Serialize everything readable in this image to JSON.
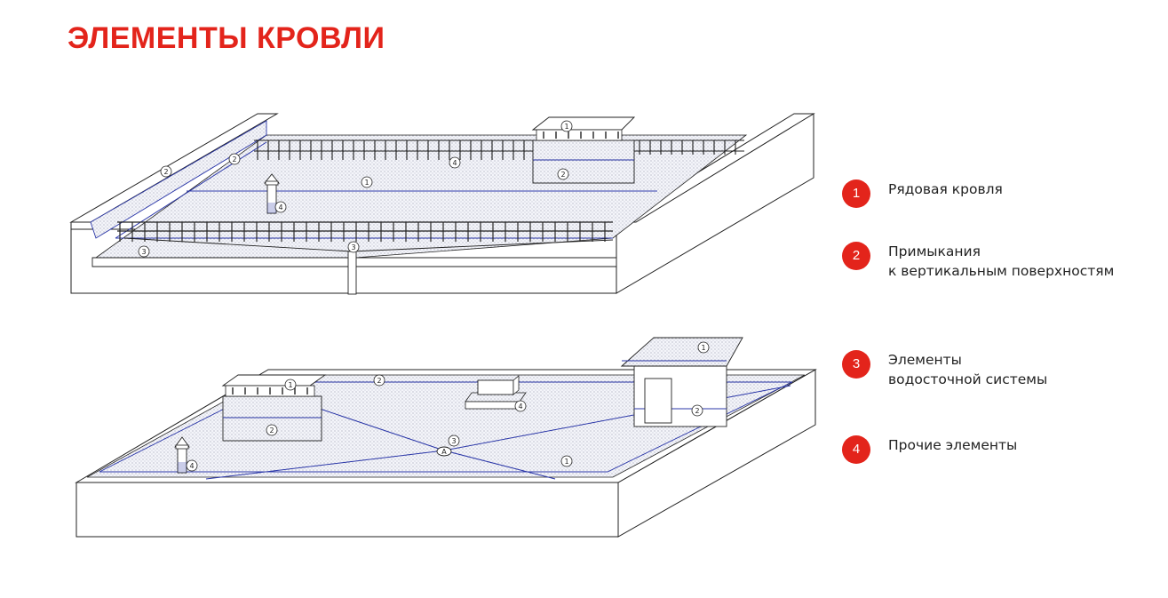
{
  "title": "ЭЛЕМЕНТЫ КРОВЛИ",
  "colors": {
    "accent": "#e3241b",
    "blue_line": "#2b37a8",
    "outline": "#222222"
  },
  "callouts": {
    "n1": "1",
    "n2": "2",
    "n3": "3",
    "n4": "4",
    "drain_letter": "A"
  },
  "legend": [
    {
      "number": "1",
      "lines": [
        "Рядовая кровля"
      ]
    },
    {
      "number": "2",
      "lines": [
        "Примыкания",
        "к вертикальным поверхностям"
      ]
    },
    {
      "number": "3",
      "lines": [
        "Элементы",
        "водосточной системы"
      ]
    },
    {
      "number": "4",
      "lines": [
        "Прочие элементы"
      ]
    }
  ]
}
